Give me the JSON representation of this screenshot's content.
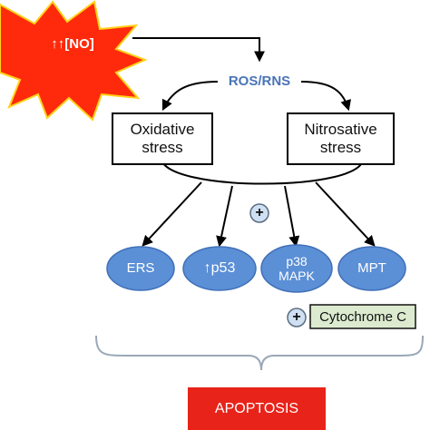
{
  "colors": {
    "burst_fill": "#ff2a0c",
    "burst_stroke": "#ffd21a",
    "ros_text": "#4a74b8",
    "ellipse_fill": "#5b8fd6",
    "ellipse_stroke": "#4070b8",
    "cyto_fill": "#dcebcf",
    "apoptosis_fill": "#e8231a",
    "line": "#000000",
    "bracket": "#9aa8b6"
  },
  "trigger": {
    "label": "↑↑[NO]"
  },
  "ros_rns": {
    "label": "ROS/RNS"
  },
  "stress": {
    "oxidative": {
      "line1": "Oxidative",
      "line2": "stress"
    },
    "nitrosative": {
      "line1": "Nitrosative",
      "line2": "stress"
    }
  },
  "plus_sign": "+",
  "targets": [
    {
      "line1": "ERS",
      "line2": ""
    },
    {
      "line1": "↑p53",
      "line2": ""
    },
    {
      "line1": "p38",
      "line2": "MAPK"
    },
    {
      "line1": "MPT",
      "line2": ""
    }
  ],
  "cytochrome": {
    "label": "Cytochrome C"
  },
  "apoptosis": {
    "label": "APOPTOSIS"
  }
}
